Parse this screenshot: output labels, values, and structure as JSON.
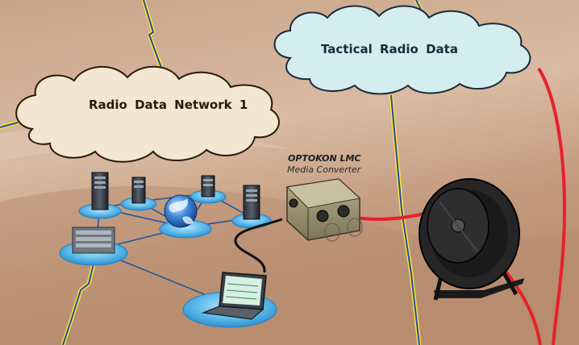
{
  "clouds": {
    "radio_network": "Radio Data  Network 1",
    "tactical": "Tactical  Radio  Data"
  },
  "device": {
    "name": "OPTOKON LMC",
    "subtitle": "Media Converter"
  },
  "colors": {
    "cloud_radio_fill": "#f3e6d3",
    "cloud_tactical_fill": "#d4eef0",
    "fiber_red": "#e8202a",
    "link_blue": "#1f4fa0",
    "link_yellow": "#ffe23a",
    "platform_blue": "#3aaee6"
  }
}
